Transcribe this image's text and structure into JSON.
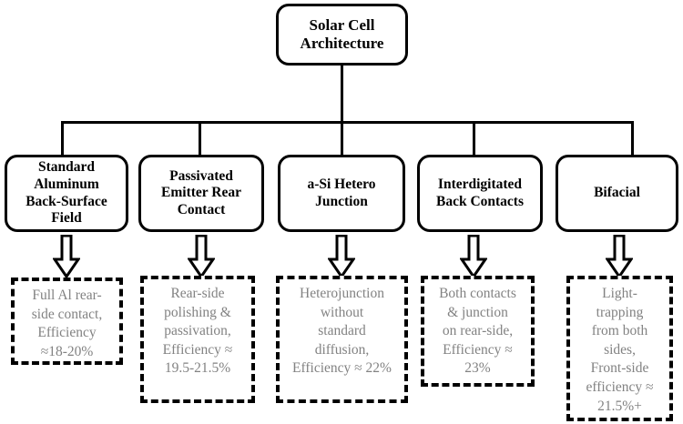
{
  "diagram": {
    "title": "Solar Cell Architecture",
    "root": {
      "label": "Solar Cell Architecture",
      "lines": [
        "Solar Cell",
        "Architecture"
      ]
    },
    "colors": {
      "node_border": "#000000",
      "node_fill": "#ffffff",
      "node_text": "#000000",
      "desc_border": "#000000",
      "desc_text": "#828282",
      "background": "#ffffff"
    },
    "branches": [
      {
        "id": "al-bsf",
        "title": "Standard Aluminum Back-Surface Field",
        "title_lines": [
          "Standard",
          "Aluminum",
          "Back-Surface",
          "Field"
        ],
        "arrow": "down-block-arrow",
        "description": "Full Al rear-side contact, Efficiency ≈18-20%",
        "description_lines": [
          "Full Al rear-",
          "side contact,",
          "Efficiency",
          "≈18-20%"
        ],
        "efficiency": "≈18-20%"
      },
      {
        "id": "perc",
        "title": "Passivated Emitter Rear Contact",
        "title_lines": [
          "Passivated",
          "Emitter Rear",
          "Contact"
        ],
        "arrow": "down-block-arrow",
        "description": "Rear-side polishing & passivation, Efficiency ≈ 19.5-21.5%",
        "description_lines": [
          "Rear-side",
          "polishing &",
          "passivation,",
          "Efficiency ≈",
          "19.5-21.5%"
        ],
        "efficiency": "19.5-21.5%"
      },
      {
        "id": "a-si-hj",
        "title": "a-Si Hetero Junction",
        "title_lines": [
          "a-Si Hetero",
          "Junction"
        ],
        "arrow": "down-block-arrow",
        "description": "Heterojunction without standard diffusion, Efficiency ≈ 22%",
        "description_lines": [
          "Heterojunction",
          "without",
          "standard",
          "diffusion,",
          "Efficiency ≈ 22%"
        ],
        "efficiency": "22%"
      },
      {
        "id": "ibc",
        "title": "Interdigitated Back Contacts",
        "title_lines": [
          "Interdigitated",
          "Back Contacts"
        ],
        "arrow": "down-block-arrow",
        "description": "Both contacts & junction on rear-side, Efficiency ≈ 23%",
        "description_lines": [
          "Both contacts",
          "& junction",
          "on rear-side,",
          "Efficiency ≈",
          "23%"
        ],
        "efficiency": "23%"
      },
      {
        "id": "bifacial",
        "title": "Bifacial",
        "title_lines": [
          "Bifacial"
        ],
        "arrow": "down-block-arrow",
        "description": "Light-trapping from both sides, Front-side efficiency ≈ 21.5%+",
        "description_lines": [
          "Light-",
          "trapping",
          "from both",
          "sides,",
          "Front-side",
          "efficiency ≈",
          "21.5%+"
        ],
        "efficiency": "21.5%+"
      }
    ]
  }
}
